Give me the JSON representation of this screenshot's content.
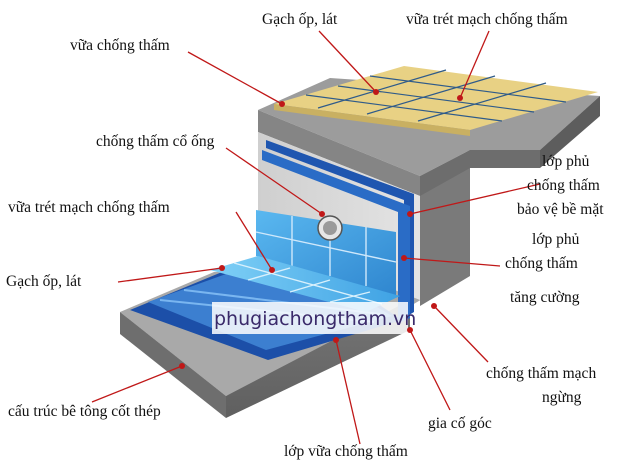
{
  "labels": {
    "gach_top": "Gạch ốp, lát",
    "vua_tret_top": "vữa trét mạch chống thấm",
    "vua_chong_tham": "vữa chống thấm",
    "chong_tham_co_ong": "chống thấm cổ ống",
    "lop_phu_bao_ve_1": "lớp phủ",
    "lop_phu_bao_ve_2": "chống thấm",
    "lop_phu_bao_ve_3": "bảo vệ bề mặt",
    "vua_tret_left": "vữa trét mạch chống thấm",
    "lop_phu_tang_1": "lớp phủ",
    "lop_phu_tang_2": "chống thấm",
    "lop_phu_tang_3": "tăng cường",
    "gach_left": "Gạch ốp, lát",
    "chong_tham_mach_1": "chống thấm mạch",
    "chong_tham_mach_2": "ngừng",
    "cau_truc": "cấu trúc bê tông cốt thép",
    "gia_co_goc": "gia cố góc",
    "lop_vua": "lớp vữa chống thấm"
  },
  "watermark": "phugiachongtham.vn",
  "colors": {
    "leader": "#c01818",
    "concrete": "#8c8c8c",
    "tile_sand": "#e6cf82",
    "tile_blue": "#4aa8e6",
    "membrane_blue": "#1c4fa8"
  }
}
